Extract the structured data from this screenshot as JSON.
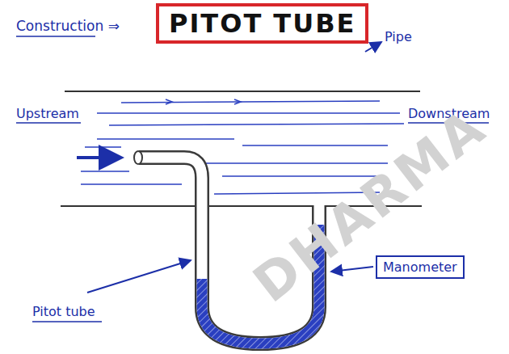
{
  "diagram": {
    "title": "PITOT TUBE",
    "nodes": [
      {
        "text": [
          "Manometer"
        ]
      }
    ],
    "labels": [
      "Construction ⇒",
      "Pipe",
      "Upstream",
      "Downstream",
      "Pitot tube",
      "DHARMA"
    ]
  }
}
